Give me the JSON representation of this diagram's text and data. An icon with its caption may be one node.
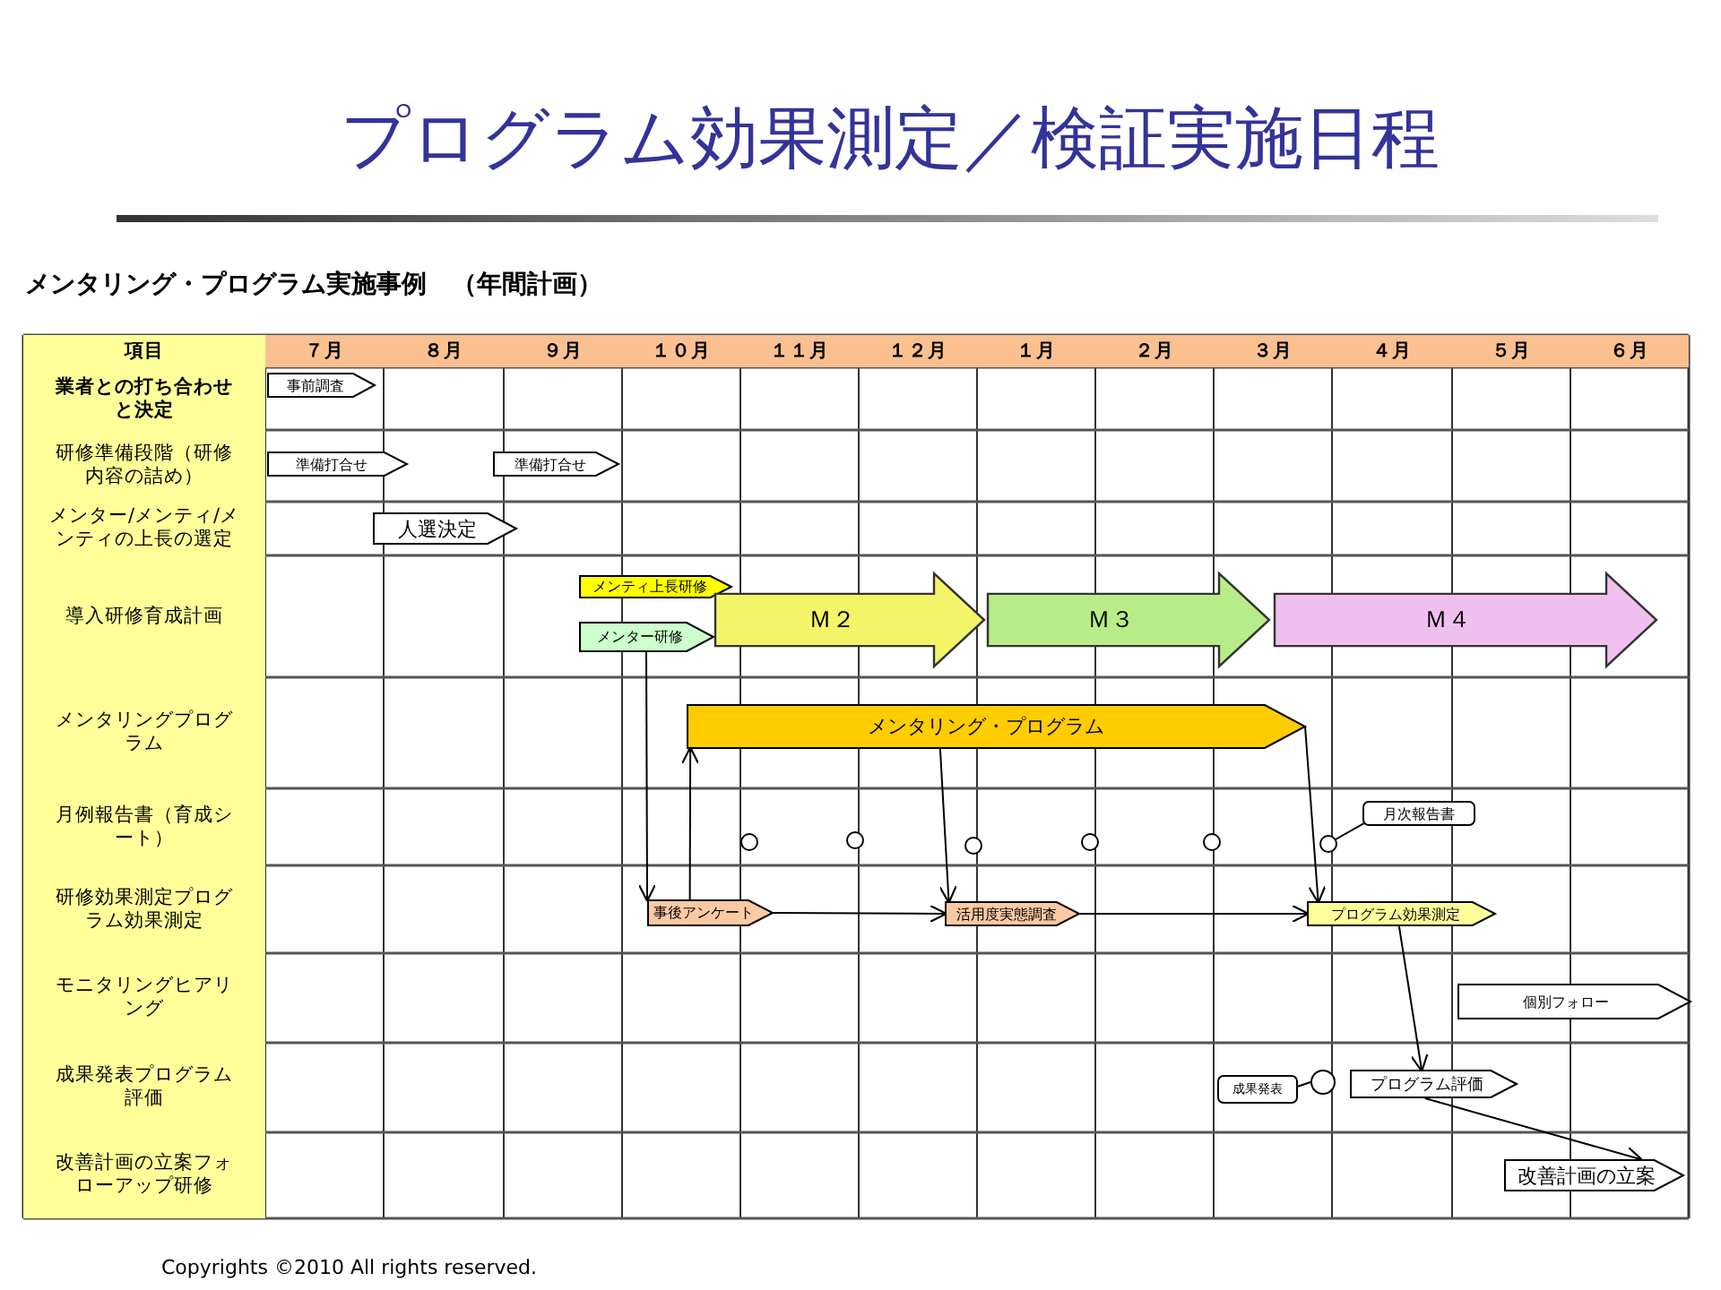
{
  "diagram": {
    "title": "プログラム効果測定／検証実施日程",
    "caption": "Copyrights ©2010 All rights reserved.",
    "nodes": [
      {
        "text": [
          "事前調査"
        ]
      },
      {
        "text": [
          "準備打合せ"
        ]
      },
      {
        "text": [
          "準備打合せ"
        ]
      },
      {
        "text": [
          "人選決定"
        ]
      },
      {
        "text": [
          "メンティ上長研修"
        ]
      },
      {
        "text": [
          "メンター研修"
        ]
      },
      {
        "text": [
          "Ｍ２"
        ]
      },
      {
        "text": [
          "Ｍ３"
        ]
      },
      {
        "text": [
          "Ｍ４"
        ]
      },
      {
        "text": [
          "メンタリング・プログラム"
        ]
      },
      {
        "text": [],
        "shape": "circle"
      },
      {
        "text": [],
        "shape": "circle"
      },
      {
        "text": [],
        "shape": "circle"
      },
      {
        "text": [],
        "shape": "circle"
      },
      {
        "text": [],
        "shape": "circle"
      },
      {
        "text": [],
        "shape": "circle"
      },
      {
        "text": [
          "月次報告書"
        ]
      },
      {
        "text": [
          "事後アンケート"
        ]
      },
      {
        "text": [
          "活用度実態調査"
        ]
      },
      {
        "text": [
          "プログラム効果測定"
        ]
      },
      {
        "text": [
          "個別フォロー"
        ]
      },
      {
        "text": [
          "成果発表"
        ]
      },
      {
        "text": [],
        "shape": "circle"
      },
      {
        "text": [
          "プログラム評価"
        ]
      },
      {
        "text": [
          "改善計画の立案"
        ]
      }
    ],
    "edges": [
      {
        "from": 5,
        "to": 17,
        "arrow": "to"
      },
      {
        "from": 17,
        "to": 9,
        "arrow": "to"
      },
      {
        "from": 17,
        "to": 18,
        "arrow": "to"
      },
      {
        "from": 9,
        "to": 18,
        "arrow": "to"
      },
      {
        "from": 18,
        "to": 19,
        "arrow": "to"
      },
      {
        "from": 9,
        "to": 19,
        "arrow": "to"
      },
      {
        "from": 16,
        "to": 15,
        "arrow": "none"
      },
      {
        "from": 19,
        "to": 23,
        "arrow": "to"
      },
      {
        "from": 21,
        "to": 22,
        "arrow": "none"
      },
      {
        "from": 23,
        "to": 24,
        "arrow": "to"
      }
    ],
    "labels": [
      "メンタリング・プログラム実施事例　（年間計画）",
      "項目",
      "７月",
      "８月",
      "９月",
      "１０月",
      "１１月",
      "１２月",
      "１月",
      "２月",
      "３月",
      "４月",
      "５月",
      "６月",
      "業者との打ち合わせと決定",
      "研修準備段階（研修内容の詰め）",
      "メンター/メンティ/メンティの上長の選定",
      "導入研修育成計画",
      "メンタリングプログラム",
      "月例報告書（育成シート）",
      "研修効果測定プログラム効果測定",
      "モニタリングヒアリング",
      "成果発表プログラム評価",
      "改善計画の立案フォローアップ研修"
    ]
  }
}
